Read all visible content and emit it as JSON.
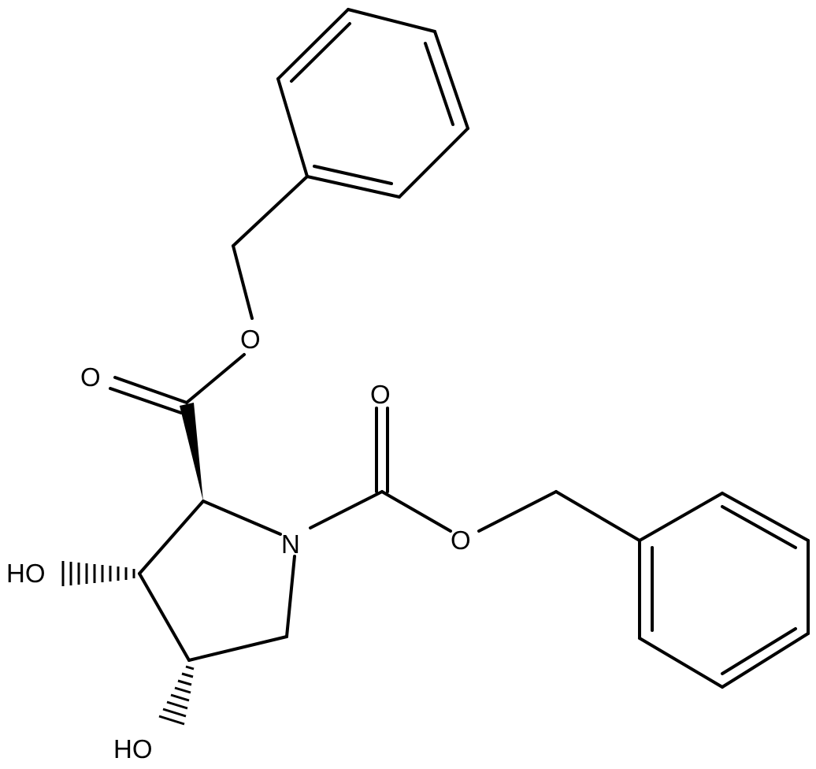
{
  "atom_labels": {
    "ester_carbonyl_oxygen": "O",
    "ester_oxygen": "O",
    "carbamate_carbonyl_oxygen": "O",
    "carbamate_oxygen": "O",
    "ring_nitrogen": "N",
    "hydroxyl_3": "HO",
    "hydroxyl_4": "HO"
  },
  "colors": {
    "bond": "#000000",
    "background": "#ffffff"
  }
}
